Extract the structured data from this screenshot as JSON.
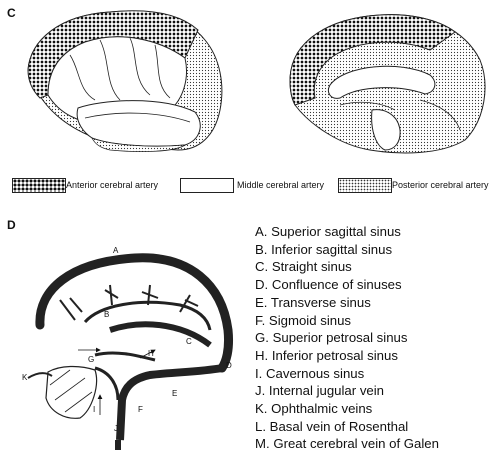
{
  "panels": {
    "c": {
      "label": "C"
    },
    "d": {
      "label": "D"
    }
  },
  "legend": [
    {
      "label": "Anterior cerebral artery"
    },
    {
      "label": "Middle cerebral artery"
    },
    {
      "label": "Posterior cerebral artery"
    }
  ],
  "key": [
    "A.  Superior sagittal sinus",
    "B.  Inferior sagittal sinus",
    "C.  Straight sinus",
    "D.  Confluence of sinuses",
    "E.  Transverse sinus",
    "F.  Sigmoid sinus",
    "G.  Superior petrosal sinus",
    "H.  Inferior petrosal sinus",
    "I.   Cavernous sinus",
    "J.  Internal jugular vein",
    "K.  Ophthalmic veins",
    "L.  Basal vein of Rosenthal",
    "M.  Great cerebral vein of Galen"
  ],
  "diagram_labels": {
    "a": "A",
    "b": "B",
    "c": "C",
    "d": "D",
    "e": "E",
    "f": "F",
    "g": "G",
    "h": "H",
    "i": "I",
    "j": "J",
    "k": "K"
  }
}
